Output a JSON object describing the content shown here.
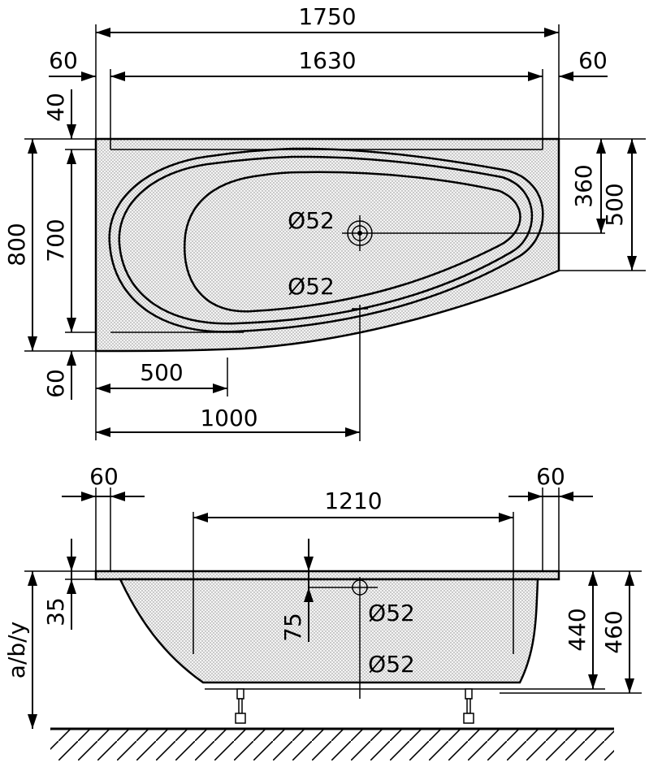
{
  "top_view": {
    "width_total": "1750",
    "width_inner": "1630",
    "margin_left": "60",
    "margin_right": "60",
    "margin_top": "40",
    "margin_bottom": "60",
    "height_total": "800",
    "height_inner": "700",
    "drain_offset": "360",
    "right_height": "500",
    "dist_500": "500",
    "dist_1000": "1000",
    "drain_label": "Ø52",
    "overflow_label": "Ø52"
  },
  "side_view": {
    "margin_left": "60",
    "margin_right": "60",
    "inner_length": "1210",
    "rim_thickness": "35",
    "overflow_depth": "75",
    "depth_440": "440",
    "depth_460": "460",
    "height_label": "a/b/y",
    "overflow_label": "Ø52",
    "drain_label": "Ø52"
  }
}
